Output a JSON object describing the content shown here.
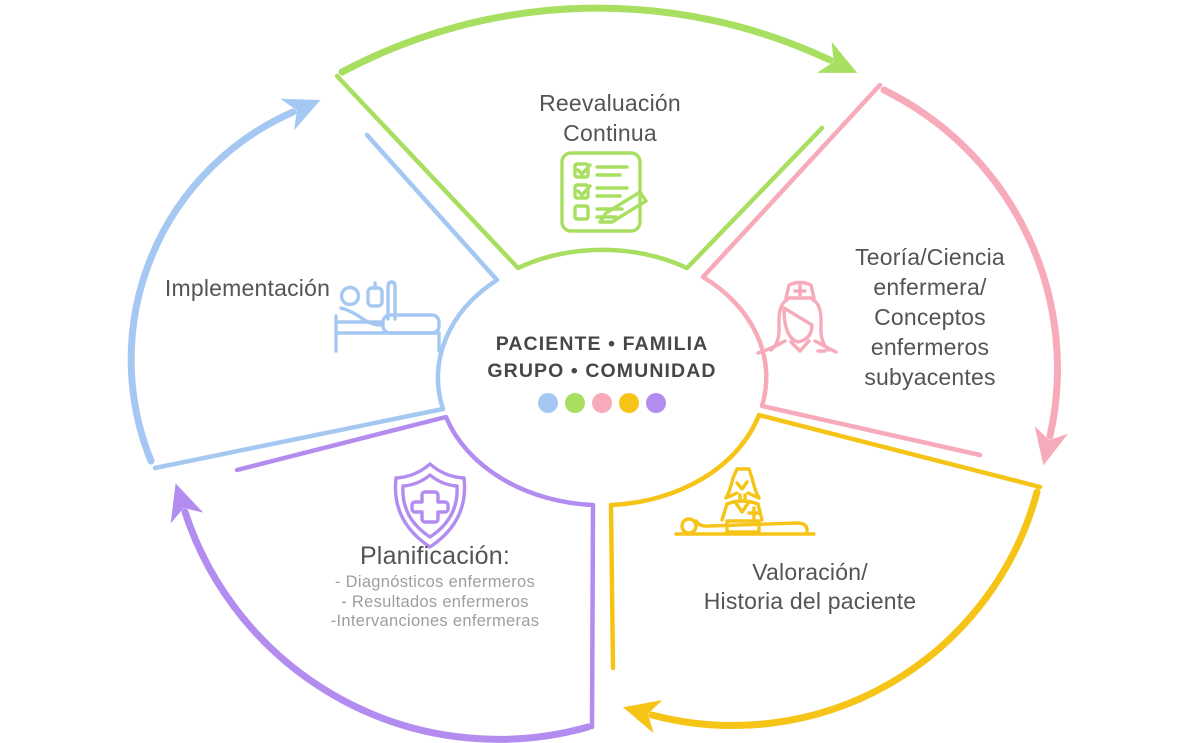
{
  "colors": {
    "blue": "#a5c8f2",
    "green": "#a8df60",
    "pink": "#f7aab9",
    "yellow": "#f5c417",
    "purple": "#b38cf0",
    "text": "#545454",
    "subtext": "#9e9e9e",
    "ctext": "#474747"
  },
  "center": {
    "line1": "PACIENTE • FAMILIA",
    "line2": "GRUPO • COMUNIDAD",
    "dot_colors": [
      "#a5c8f2",
      "#a8df60",
      "#f7aab9",
      "#f5c417",
      "#b38cf0"
    ]
  },
  "segments": [
    {
      "id": "reevaluacion",
      "color_name": "green",
      "lines": [
        "Reevaluación",
        "Continua"
      ],
      "icon": "checklist-icon"
    },
    {
      "id": "teoria",
      "color_name": "pink",
      "lines": [
        "Teoría/Ciencia",
        "enfermera/",
        "Conceptos",
        "enfermeros",
        "subyacentes"
      ],
      "icon": "nurse-icon"
    },
    {
      "id": "valoracion",
      "color_name": "yellow",
      "lines": [
        "Valoración/",
        "Historia del paciente"
      ],
      "icon": "patient-exam-icon"
    },
    {
      "id": "planificacion",
      "color_name": "purple",
      "title": "Planificación:",
      "items": [
        "- Diagnósticos enfermeros",
        "- Resultados enfermeros",
        "-Intervanciones enfermeras"
      ],
      "icon": "shield-cross-icon"
    },
    {
      "id": "implementacion",
      "color_name": "blue",
      "lines": [
        "Implementación"
      ],
      "icon": "patient-bed-icon"
    }
  ]
}
